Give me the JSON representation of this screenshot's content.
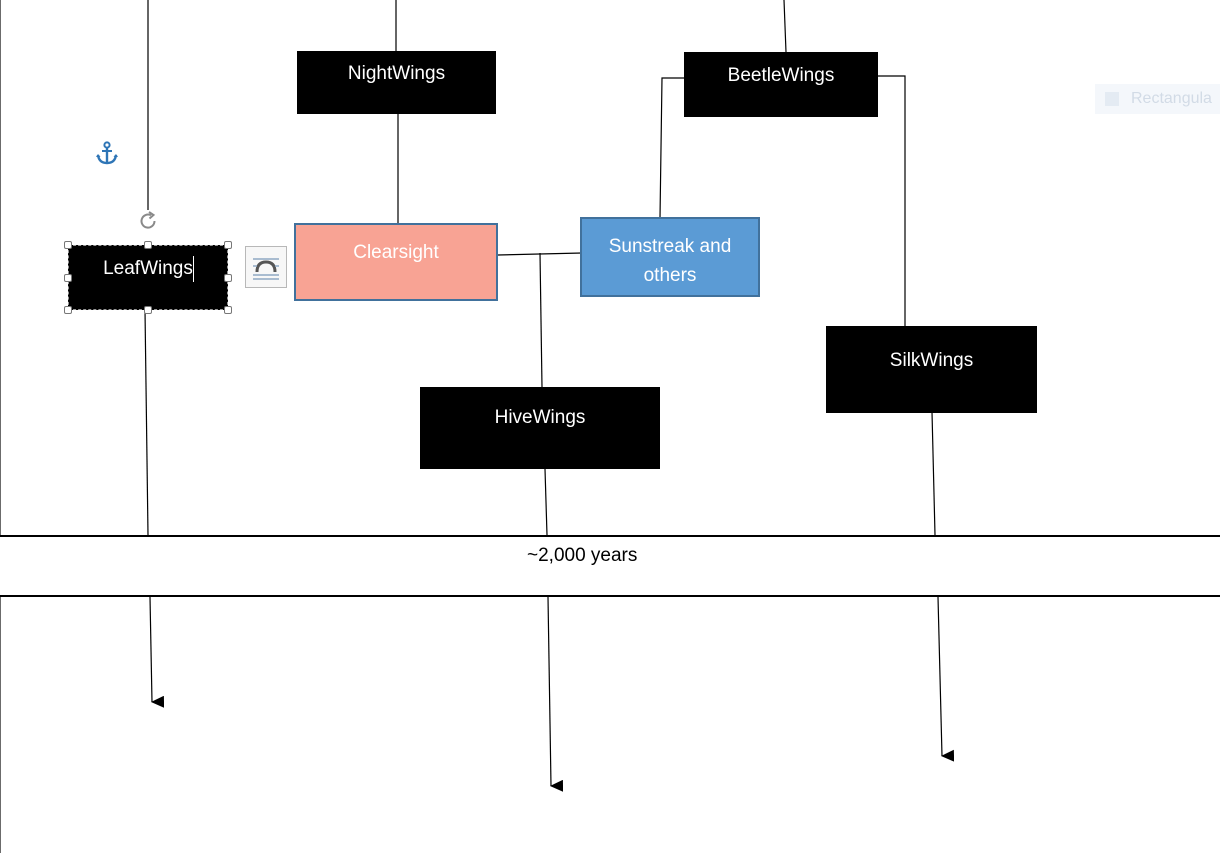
{
  "diagram": {
    "nodes": {
      "nightwings": "NightWings",
      "beetlewings": "BeetleWings",
      "leafwings": "LeafWings",
      "clearsight": "Clearsight",
      "sunstreak_line1": "Sunstreak and",
      "sunstreak_line2": "others",
      "silkwings": "SilkWings",
      "hivewings": "HiveWings"
    },
    "timeline_label": "~2,000 years",
    "colors": {
      "tribe_box": "#000000",
      "clearsight_fill": "#f8a394",
      "sunstreak_fill": "#5b9bd5",
      "shape_outline": "#41719c",
      "anchor_icon": "#2e75b6"
    }
  },
  "ui": {
    "selected_shape": "LeafWings",
    "tooltip_text": "Rectangula",
    "icons": [
      "anchor-icon",
      "rotate-handle-icon",
      "layout-options-icon"
    ]
  }
}
